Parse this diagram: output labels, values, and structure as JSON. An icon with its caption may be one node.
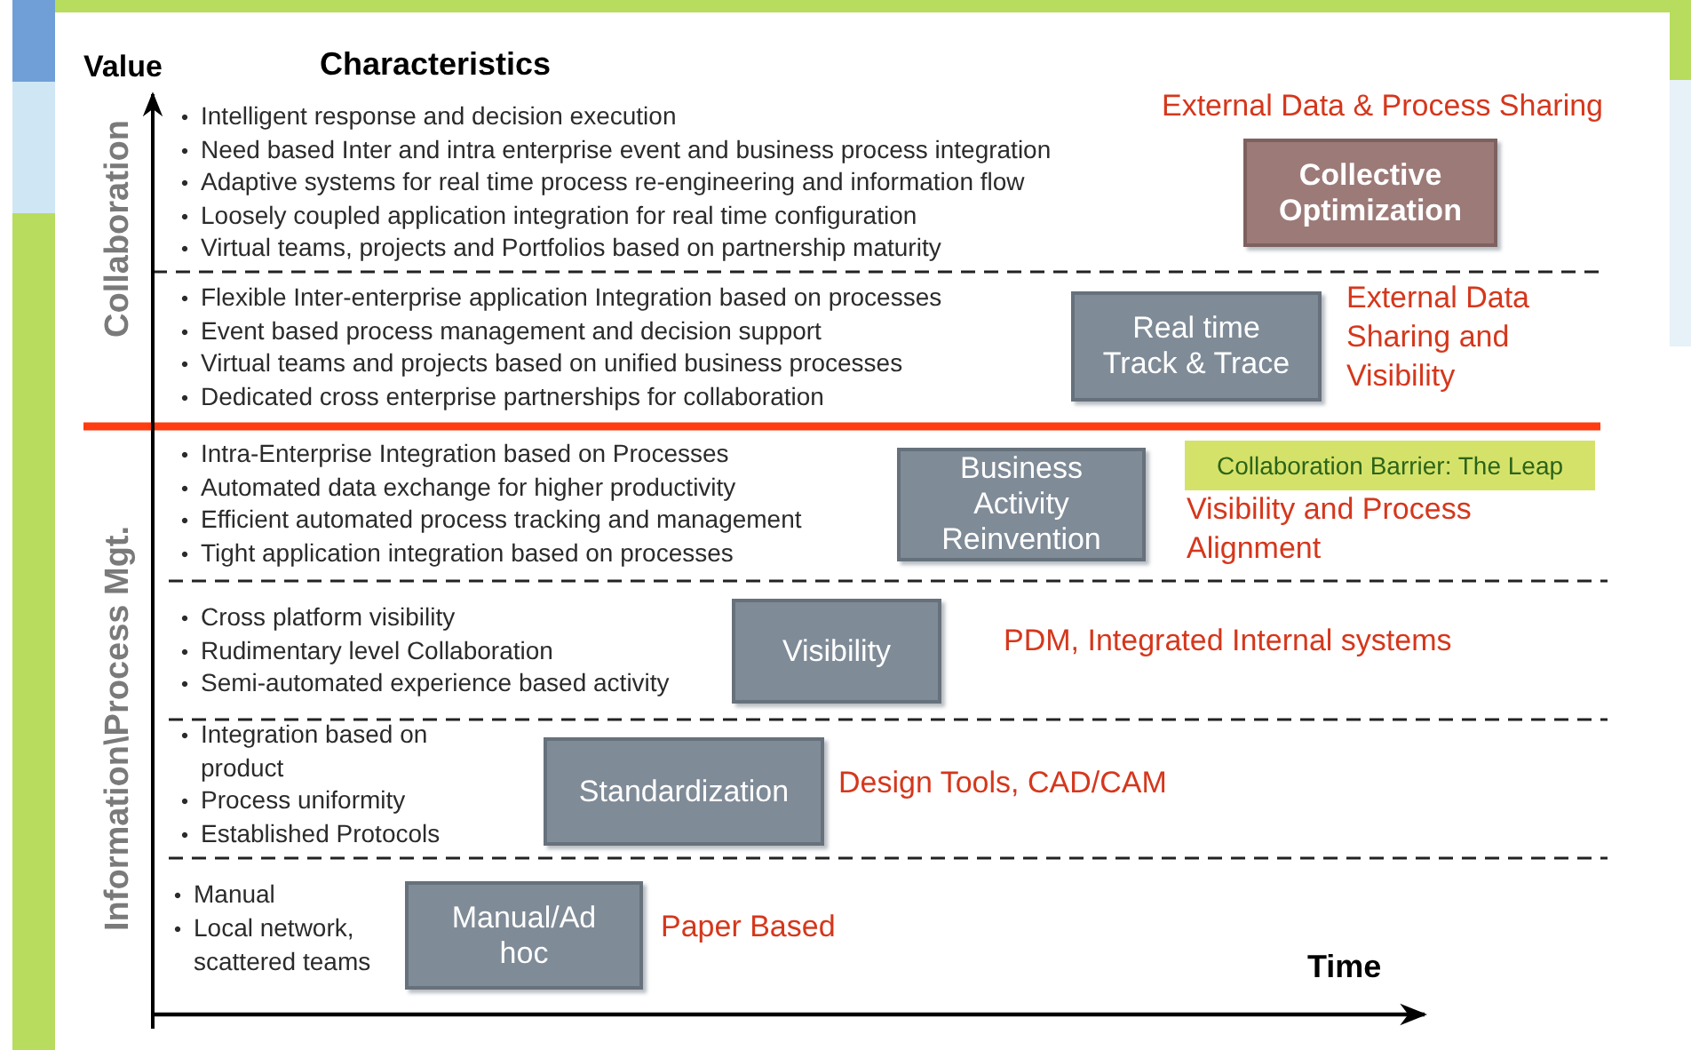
{
  "diagram": {
    "nodes": [
      {
        "text": [
          "Collective Optimization"
        ],
        "beside": [
          "External Data & Process Sharing"
        ]
      },
      {
        "text": [
          "Real time Track & Trace"
        ],
        "beside": [
          "External Data Sharing and Visibility"
        ]
      },
      {
        "text": [
          "Business Activity Reinvention"
        ]
      },
      {
        "text": [
          "Collaboration Barrier: The Leap"
        ]
      },
      {
        "text": [
          "Visibility"
        ],
        "beside": [
          "PDM, Integrated Internal systems"
        ]
      },
      {
        "text": [
          "Standardization"
        ],
        "beside": [
          "Design Tools, CAD/CAM"
        ]
      },
      {
        "text": [
          "Manual/Ad hoc"
        ],
        "beside": [
          "Paper Based"
        ]
      }
    ],
    "labels": [
      "Value",
      "Characteristics",
      "Collaboration",
      "Intelligent response and decision execution",
      "Need based Inter and intra enterprise event and business process integration",
      "Adaptive systems for real time process re-engineering and information flow",
      "Loosely coupled application integration for real time configuration",
      "Virtual teams, projects and Portfolios based on partnership maturity",
      "Flexible Inter-enterprise application Integration based on processes",
      "Event based process management and decision support",
      "Virtual teams and projects based on unified business processes",
      "Dedicated cross enterprise partnerships for collaboration",
      "Information\\Process Mgt.",
      "Intra-Enterprise Integration based on Processes",
      "Automated data exchange for higher productivity",
      "Efficient automated process tracking and management",
      "Tight application integration based on processes",
      "Visibility and Process Alignment",
      "Cross platform visibility",
      "Rudimentary level Collaboration",
      "Semi-automated experience based activity",
      "Integration based on product",
      "Process uniformity",
      "Established Protocols",
      "Manual",
      "Local network, scattered teams",
      "Time"
    ]
  }
}
